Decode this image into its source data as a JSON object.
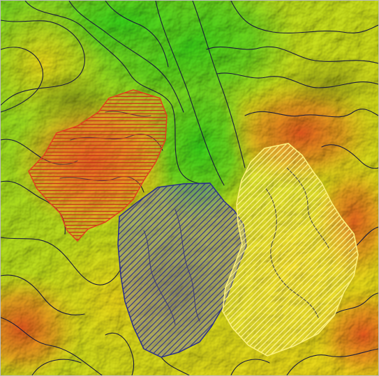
{
  "map": {
    "kind": "shaded-relief elevation map with contour lines and hatched zones",
    "palette": {
      "lowland": "#4fd41e",
      "valley": "#7fdc22",
      "midland": "#c8e11c",
      "upland": "#f1d61a",
      "highland": "#f2a21f",
      "peak": "#e8531f",
      "contour": "#1c1c3c"
    },
    "zones": [
      {
        "id": "west",
        "color": "#e0401f",
        "hatch": "horizontal-lines"
      },
      {
        "id": "south-center",
        "color": "#2b2f8c",
        "hatch": "diagonal-lines"
      },
      {
        "id": "east",
        "color": "#fbf07a",
        "hatch": "diagonal-lines"
      }
    ],
    "icons": []
  }
}
